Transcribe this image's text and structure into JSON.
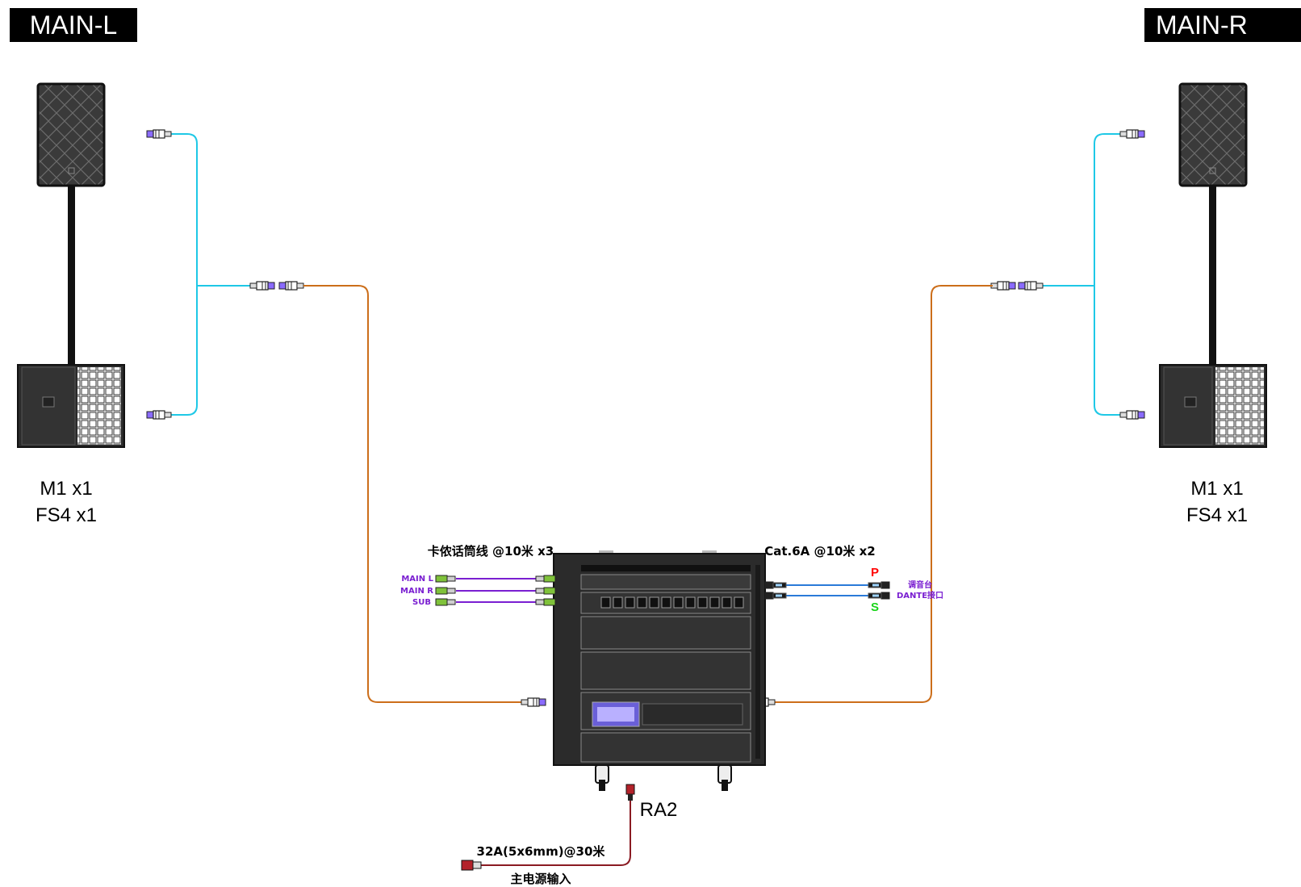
{
  "labels": {
    "main_left": "MAIN-L",
    "main_right": "MAIN-R",
    "left_units": [
      "M1 x1",
      "FS4 x1"
    ],
    "right_units": [
      "M1 x1",
      "FS4 x1"
    ],
    "rack_name": "RA2",
    "mic_cable": "卡侬话筒线 @10米 x3",
    "mic_channels": [
      "MAIN L",
      "MAIN R",
      "SUB"
    ],
    "network_cable": "Cat.6A @10米 x2",
    "primary": "P",
    "secondary": "S",
    "console_dante": [
      "调音台",
      "DANTE接口"
    ],
    "power_cable": "32A(5x6mm)@30米",
    "power_input": "主电源输入"
  },
  "colors": {
    "speaker_cable": "#1ec8e6",
    "trunk_cable": "#cc6e1a",
    "mic_cable": "#7a1fd1",
    "network_cable": "#2a7ad8",
    "power_cable": "#b3222a",
    "primary": "#ff0000",
    "secondary": "#19d419",
    "rack_body": "#2b2b2b",
    "rack_panel": "#3a3a3a",
    "connector_plug": "#8a6bff",
    "xlr_green": "#7fc23a"
  },
  "icons": {
    "speaker": "speaker-icon",
    "subwoofer": "subwoofer-icon",
    "rack": "rack-icon",
    "connector": "connector-icon"
  }
}
